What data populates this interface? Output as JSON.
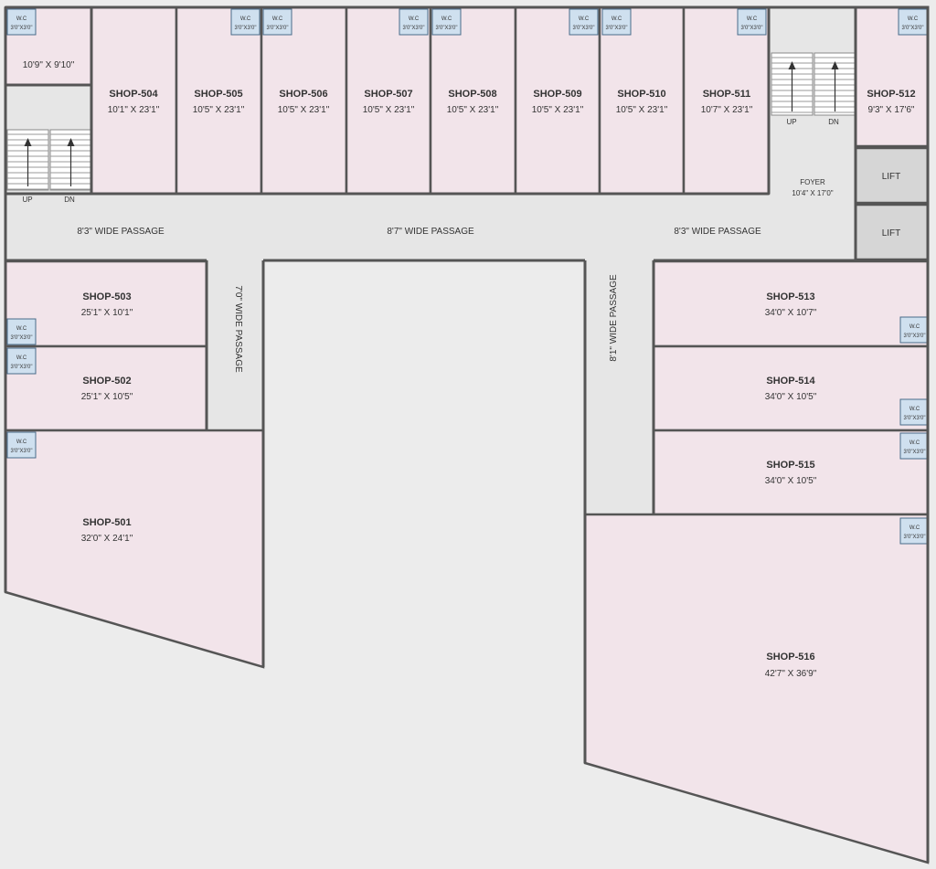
{
  "colors": {
    "shop_fill": "#f2e4ea",
    "passage_fill": "#e6e6e6",
    "background": "#ececec",
    "wall": "#555555",
    "wc_fill": "#cfe0ef",
    "lift_fill": "#d6d6d6"
  },
  "shops": [
    {
      "id": "504",
      "name": "SHOP-504",
      "dim": "10'1\" X 23'1\""
    },
    {
      "id": "505",
      "name": "SHOP-505",
      "dim": "10'5\" X 23'1\""
    },
    {
      "id": "506",
      "name": "SHOP-506",
      "dim": "10'5\" X 23'1\""
    },
    {
      "id": "507",
      "name": "SHOP-507",
      "dim": "10'5\" X 23'1\""
    },
    {
      "id": "508",
      "name": "SHOP-508",
      "dim": "10'5\" X 23'1\""
    },
    {
      "id": "509",
      "name": "SHOP-509",
      "dim": "10'5\" X 23'1\""
    },
    {
      "id": "510",
      "name": "SHOP-510",
      "dim": "10'5\" X 23'1\""
    },
    {
      "id": "511",
      "name": "SHOP-511",
      "dim": "10'7\" X 23'1\""
    },
    {
      "id": "512",
      "name": "SHOP-512",
      "dim": "9'3\" X 17'6\""
    },
    {
      "id": "503",
      "name": "SHOP-503",
      "dim": "25'1\" X 10'1\""
    },
    {
      "id": "502",
      "name": "SHOP-502",
      "dim": "25'1\" X 10'5\""
    },
    {
      "id": "501",
      "name": "SHOP-501",
      "dim": "32'0\" X 24'1\""
    },
    {
      "id": "513",
      "name": "SHOP-513",
      "dim": "34'0\" X 10'7\""
    },
    {
      "id": "514",
      "name": "SHOP-514",
      "dim": "34'0\" X 10'5\""
    },
    {
      "id": "515",
      "name": "SHOP-515",
      "dim": "34'0\" X 10'5\""
    },
    {
      "id": "516",
      "name": "SHOP-516",
      "dim": "42'7\" X 36'9\""
    }
  ],
  "corner_room": {
    "dim": "10'9\" X 9'10\""
  },
  "passages": {
    "left": "8'3\" WIDE PASSAGE",
    "middle": "8'7\" WIDE PASSAGE",
    "right": "8'3\" WIDE PASSAGE",
    "vertical_left": "7'0\" WIDE PASSAGE",
    "vertical_right": "8'1\" WIDE PASSAGE"
  },
  "foyer": {
    "label": "FOYER",
    "dim": "10'4\" X 17'0\""
  },
  "lift": {
    "label": "LIFT"
  },
  "stairs": {
    "up": "UP",
    "dn": "DN"
  },
  "wc": {
    "label": "W.C",
    "dim": "3'0\"X3'0\""
  }
}
